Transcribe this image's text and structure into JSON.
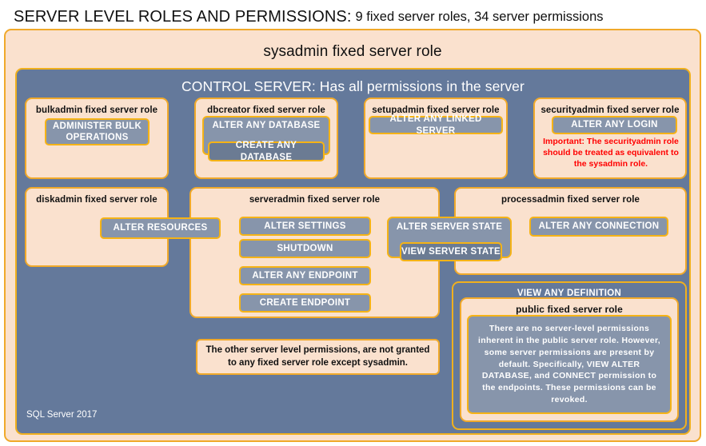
{
  "header": {
    "title": "SERVER LEVEL ROLES AND PERMISSIONS:",
    "subtitle": "9 fixed server roles, 34 server permissions"
  },
  "colors": {
    "peach_fill": "#fae1ce",
    "gold_border": "#f0a92a",
    "slate_fill": "#64799b",
    "permission_fill": "#8795ab",
    "permission_border": "#f5b316",
    "warning_red": "#ff0000",
    "white_text": "#ffffff"
  },
  "sysadmin": {
    "label": "sysadmin  fixed  server  role"
  },
  "control_server": {
    "label": "CONTROL SERVER: Has all permissions in the server"
  },
  "roles": {
    "bulkadmin": {
      "title": "bulkadmin  fixed server role",
      "permissions": [
        "ADMINISTER  BULK OPERATIONS"
      ]
    },
    "dbcreator": {
      "title": "dbcreator fixed server role",
      "permission_outer": "ALTER  ANY DATABASE",
      "permission_inner": "CREATE  ANY DATABASE"
    },
    "setupadmin": {
      "title": "setupadmin fixed server role",
      "permissions": [
        "ALTER ANY LINKED SERVER"
      ]
    },
    "securityadmin": {
      "title": "securityadmin  fixed server role",
      "permissions": [
        "ALTER ANY LOGIN"
      ],
      "note": "Important:  The securityadmin role should  be treated as equivalent to the sysadmin role."
    },
    "diskadmin": {
      "title": "diskadmin fixed server role",
      "permissions": [
        "ALTER RESOURCES"
      ]
    },
    "serveradmin": {
      "title": "serveradmin fixed server role",
      "permissions": [
        "ALTER SETTINGS",
        "SHUTDOWN",
        "ALTER ANY ENDPOINT",
        "CREATE  ENDPOINT"
      ],
      "permission_outer": "ALTER SERVER  STATE",
      "permission_inner": "VIEW SERVER  STATE"
    },
    "processadmin": {
      "title": "processadmin fixed server role",
      "permissions": [
        "ALTER ANY CONNECTION"
      ]
    },
    "public": {
      "view_any_definition": "VIEW  ANY DEFINITION",
      "title": "public  fixed server role",
      "body": "There are no server-level permissions inherent in the public server role. However, some server permissions are present by default. Specifically, VIEW ALTER DATABASE, and CONNECT permission to the endpoints. These permissions can be revoked."
    }
  },
  "other_note": "The other server level permissions,  are not granted to any fixed server role except sysadmin.",
  "footer": {
    "label": "SQL Server 2017"
  }
}
